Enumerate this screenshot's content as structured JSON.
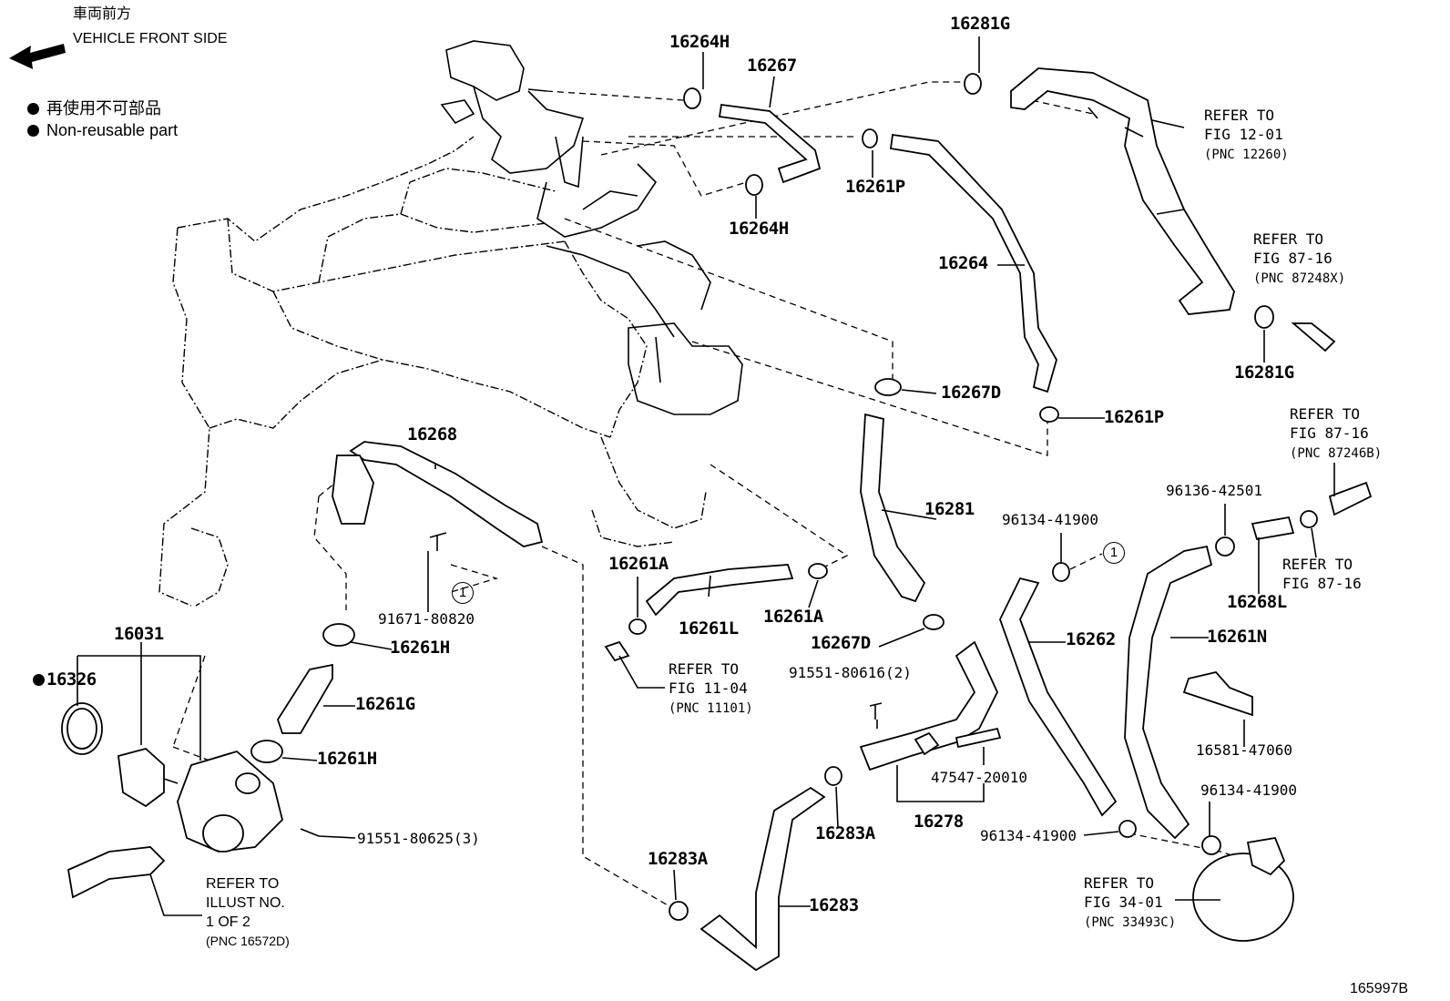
{
  "header": {
    "direction_jp": "車両前方",
    "direction_en": "VEHICLE FRONT SIDE",
    "arrow_icon": "left-arrow-icon"
  },
  "legend": {
    "marker_icon": "filled-dot-icon",
    "non_reusable_jp": "再使用不可部品",
    "non_reusable_en": "Non-reusable part"
  },
  "parts": [
    "16264H",
    "16267",
    "16281G",
    "16261P",
    "16264H",
    "16264",
    "16281G",
    "16267D",
    "16261P",
    "16268",
    "16281",
    "96134-41900",
    "96136-42501",
    "16261A",
    "16261A",
    "16261L",
    "16267D",
    "16262",
    "16261N",
    "16268L",
    "91671-80820",
    "16031",
    "16326",
    "16261H",
    "16261G",
    "16261H",
    "91551-80616(2)",
    "16581-47060",
    "47547-20010",
    "16278",
    "96134-41900",
    "16283A",
    "96134-41900",
    "16283A",
    "16283",
    "91551-80625(3)"
  ],
  "references": [
    {
      "line1": "REFER TO",
      "line2": "FIG 12-01",
      "line3": "(PNC 12260)"
    },
    {
      "line1": "REFER TO",
      "line2": "FIG 87-16",
      "line3": "(PNC 87248X)"
    },
    {
      "line1": "REFER TO",
      "line2": "FIG 87-16",
      "line3": "(PNC 87246B)"
    },
    {
      "line1": "REFER TO",
      "line2": "FIG 87-16"
    },
    {
      "line1": "REFER TO",
      "line2": "FIG 11-04",
      "line3": "(PNC 11101)"
    },
    {
      "line1": "REFER TO",
      "line2": "FIG 34-01",
      "line3": "(PNC 33493C)"
    },
    {
      "line1": "REFER TO",
      "line2": "ILLUST NO.",
      "line3": "1 OF 2",
      "line4": "(PNC 16572D)"
    }
  ],
  "callouts": [
    "1",
    "1"
  ],
  "illustration_code": "165997B"
}
